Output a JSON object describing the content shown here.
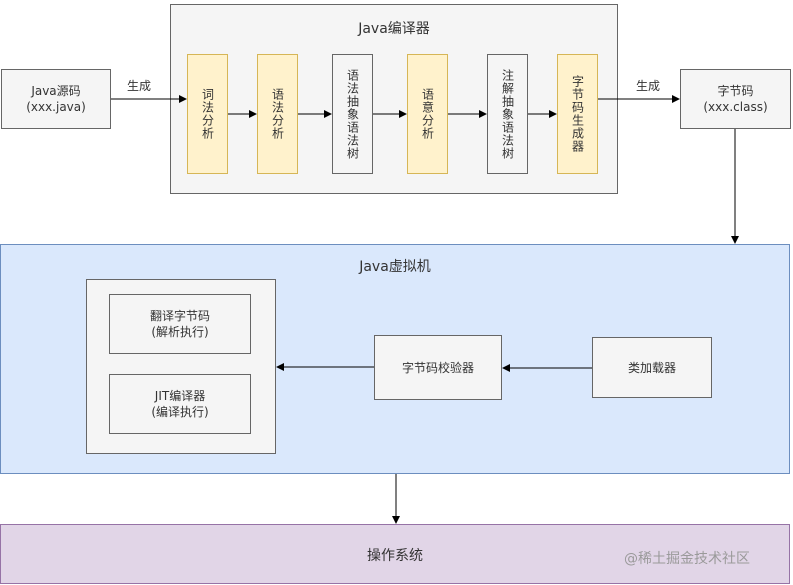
{
  "compiler": {
    "title": "Java编译器",
    "stages": [
      "词法分析",
      "语法分析",
      "语法抽象语法树",
      "语意分析",
      "注解抽象语法树",
      "字节码生成器"
    ]
  },
  "source": {
    "line1": "Java源码",
    "line2": "(xxx.java)"
  },
  "bytecode": {
    "line1": "字节码",
    "line2": "(xxx.class)"
  },
  "edge_labels": {
    "generate_left": "生成",
    "generate_right": "生成"
  },
  "jvm": {
    "title": "Java虚拟机",
    "interpreter": {
      "line1": "翻译字节码",
      "line2": "(解析执行)"
    },
    "jit": {
      "line1": "JIT编译器",
      "line2": "(编译执行)"
    },
    "verifier": "字节码校验器",
    "loader": "类加载器"
  },
  "os": {
    "title": "操作系统"
  },
  "watermark": "@稀土掘金技术社区",
  "colors": {
    "stage_fill": "#fff2cc",
    "stage_border": "#d6b656",
    "jvm_fill": "#dae8fc",
    "jvm_border": "#6c8ebf",
    "os_fill": "#e1d5e7",
    "os_border": "#9673a6"
  }
}
